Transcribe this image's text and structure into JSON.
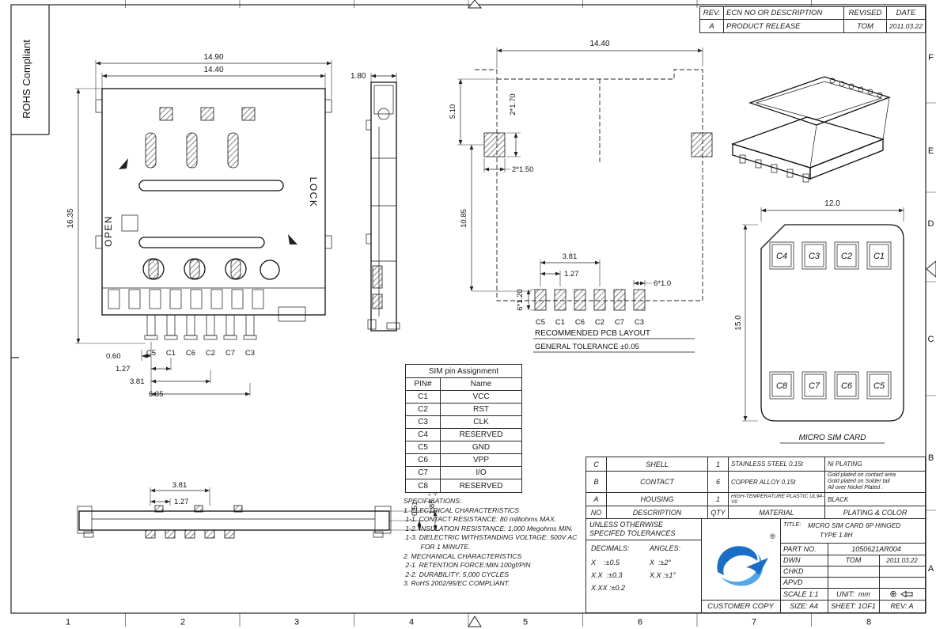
{
  "frame": {
    "rohs_label": "ROHS Compliant",
    "col_labels": [
      "1",
      "2",
      "3",
      "4",
      "5",
      "6",
      "7",
      "8"
    ],
    "row_labels": [
      "F",
      "E",
      "D",
      "C",
      "B",
      "A"
    ]
  },
  "revision_table": {
    "col_rev": "REV.",
    "col_desc": "ECN NO OR DESCRIPTION",
    "col_revised": "REVISED",
    "col_date": "DATE",
    "rows": [
      {
        "rev": "A",
        "desc": "PRODUCT RELEASE",
        "revised": "TOM",
        "date": "2011.03.22"
      }
    ]
  },
  "front_view": {
    "dim_width_outer": "14.90",
    "dim_width_inner": "14.40",
    "dim_height": "16.35",
    "open_label": "OPEN",
    "lock_label": "LOCK",
    "pins": [
      "C5",
      "C1",
      "C6",
      "C2",
      "C7",
      "C3"
    ],
    "dim_offset": "0.60",
    "dim_pitch": "1.27",
    "dim_span3": "3.81",
    "dim_span6": "6.35"
  },
  "side_view": {
    "dim_thickness": "1.80"
  },
  "pcb_layout": {
    "dim_width": "14.40",
    "dim_top": "5.10",
    "dim_hole_h": "2*1.70",
    "dim_hole_w": "2*1.50",
    "dim_mid": "10.85",
    "dim_span": "3.81",
    "dim_pitch": "1.27",
    "dim_pad_h": "6*1.20",
    "dim_pad_w": "6*1.0",
    "pins": [
      "C5",
      "C1",
      "C6",
      "C2",
      "C7",
      "C3"
    ],
    "caption": "RECOMMENDED PCB LAYOUT",
    "tolerance_note": "GENERAL TOLERANCE ±0.05"
  },
  "sim_card": {
    "dim_width": "12.0",
    "dim_height": "15.0",
    "pads_top": [
      "C4",
      "C3",
      "C2",
      "C1"
    ],
    "pads_bottom": [
      "C8",
      "C7",
      "C6",
      "C5"
    ],
    "caption": "MICRO SIM CARD"
  },
  "bottom_view": {
    "dim_span": "3.81",
    "dim_pitch": "1.27",
    "dim_lead": "0.51",
    "dim_height": "1.85",
    "dim_height_tol_plus": "+0.1",
    "dim_height_tol_minus": "-0.05"
  },
  "pin_table": {
    "title": "SIM pin Assignment",
    "col_pin": "PIN#",
    "col_name": "Name",
    "rows": [
      {
        "pin": "C1",
        "name": "VCC"
      },
      {
        "pin": "C2",
        "name": "RST"
      },
      {
        "pin": "C3",
        "name": "CLK"
      },
      {
        "pin": "C4",
        "name": "RESERVED"
      },
      {
        "pin": "C5",
        "name": "GND"
      },
      {
        "pin": "C6",
        "name": "VPP"
      },
      {
        "pin": "C7",
        "name": "I/O"
      },
      {
        "pin": "C8",
        "name": "RESERVED"
      }
    ]
  },
  "specifications": {
    "title": "SPECIFICATIONS:",
    "lines": [
      "1. ELECTRICAL CHARACTERISTICS",
      " 1-1. CONTACT RESISTANCE: 80 milliohms MAX.",
      " 1-2. INSULATION RESISTANCE: 1,000 Megohms MIN.",
      " 1-3. DIELECTRIC WITHSTANDING VOLTAGE: 500V AC",
      "         FOR 1 MINUTE.",
      "2. MECHANICAL CHARACTERISTICS",
      " 2-1. RETENTION FORCE:MIN.100gf/PIN",
      " 2-2. DURABILITY: 5,000 CYCLES",
      "3. RoHS 2002/95/EC COMPLIANT."
    ]
  },
  "material_table": {
    "header": {
      "no": "NO",
      "desc": "DESCRIPTION",
      "qty": "QTY",
      "material": "MATERIAL",
      "plating": "PLATING & COLOR"
    },
    "rows": [
      {
        "no": "C",
        "desc": "SHELL",
        "qty": "1",
        "material": "STAINLESS STEEL 0.15t",
        "plating_lines": [
          "Ni PLATING"
        ]
      },
      {
        "no": "B",
        "desc": "CONTACT",
        "qty": "6",
        "material": "COPPER ALLOY 0.15t",
        "plating_lines": [
          "Gold plated on contact area",
          "Gold plated on Solder tail",
          "All over Nickel Plated ."
        ]
      },
      {
        "no": "A",
        "desc": "HOUSING",
        "qty": "1",
        "material": "HIGH-TEMPERATURE PLASTIC UL94-V0",
        "plating_lines": [
          "BLACK"
        ]
      }
    ]
  },
  "title_block": {
    "unless_line1": "UNLESS OTHERWISE",
    "unless_line2": "SPECIFED TOLERANCES",
    "decimals_label": "DECIMALS:",
    "angles_label": "ANGLES:",
    "tol_dec": [
      "X    :±0.5",
      "X.X  :±0.3",
      "X.XX :±0.2"
    ],
    "tol_ang": [
      "X  :±2°",
      "X.X :±1°"
    ],
    "customer_copy": "CUSTOMER COPY",
    "registered_mark": "®",
    "logo_primary": "#1a6ec5",
    "logo_secondary": "#53a7e8",
    "title_label": "TITLE:",
    "title_line1": "MICRO SIM CARD 6P HINGED",
    "title_line2": "TYPE 1.8H",
    "part_no_label": "PART  NO.",
    "part_no_value": "1050621AR004",
    "dwn_label": "DWN",
    "dwn_value": "TOM",
    "dwn_date": "2011.03.22",
    "chkd_label": "CHKD",
    "apvd_label": "APVD",
    "scale_label": "SCALE 1:1",
    "unit_label": "UNIT:  mm",
    "projection_symbol": "⊕",
    "size_label": "SIZE: A4",
    "sheet_label": "SHEET: 1OF1",
    "rev_label": "REV:  A"
  }
}
